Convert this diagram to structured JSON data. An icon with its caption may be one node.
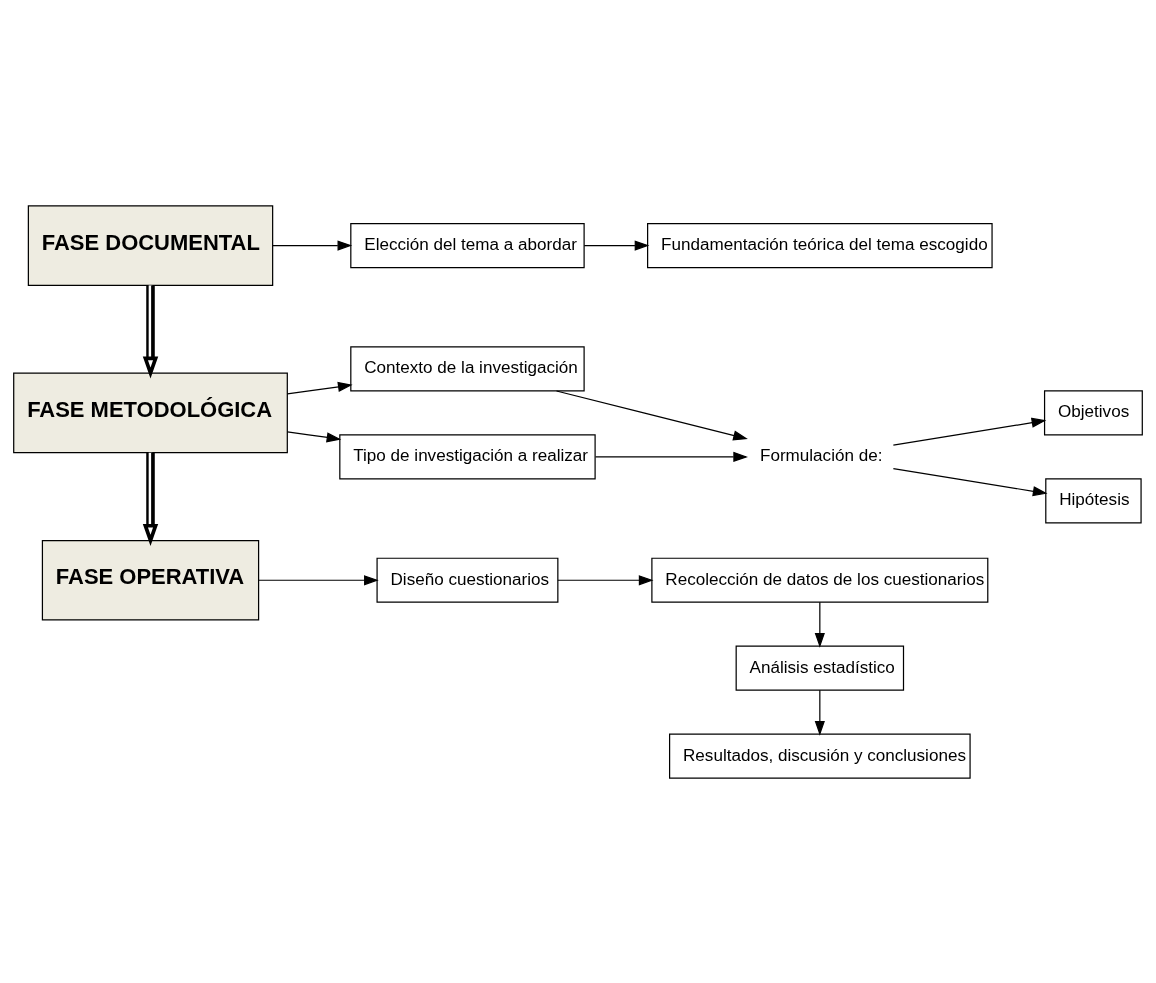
{
  "diagram": {
    "nodes": [
      {
        "text": [
          "FASE DOCUMENTAL"
        ]
      },
      {
        "text": [
          "Elección del tema a abordar"
        ]
      },
      {
        "text": [
          "Fundamentación teórica del tema escogido"
        ]
      },
      {
        "text": [
          "FASE METODOLÓGICA"
        ]
      },
      {
        "text": [
          "Contexto de la investigación"
        ]
      },
      {
        "text": [
          "Tipo de investigación a realizar"
        ]
      },
      {
        "text": [
          "Formulación de:"
        ]
      },
      {
        "text": [
          "Objetivos"
        ]
      },
      {
        "text": [
          "Hipótesis"
        ]
      },
      {
        "text": [
          "FASE OPERATIVA"
        ]
      },
      {
        "text": [
          "Diseño cuestionarios"
        ]
      },
      {
        "text": [
          "Recolección de datos de los cuestionarios"
        ]
      },
      {
        "text": [
          "Análisis estadístico"
        ]
      },
      {
        "text": [
          "Resultados, discusión y conclusiones"
        ]
      }
    ],
    "edges": [
      {
        "from": 0,
        "to": 1,
        "arrow": "to"
      },
      {
        "from": 1,
        "to": 2,
        "arrow": "to"
      },
      {
        "from": 0,
        "to": 3,
        "arrow": "to",
        "style": "thick"
      },
      {
        "from": 3,
        "to": 4,
        "arrow": "to"
      },
      {
        "from": 3,
        "to": 5,
        "arrow": "to"
      },
      {
        "from": 4,
        "to": 6,
        "arrow": "to"
      },
      {
        "from": 5,
        "to": 6,
        "arrow": "to"
      },
      {
        "from": 6,
        "to": 7,
        "arrow": "to"
      },
      {
        "from": 6,
        "to": 8,
        "arrow": "to"
      },
      {
        "from": 3,
        "to": 9,
        "arrow": "to",
        "style": "thick"
      },
      {
        "from": 9,
        "to": 10,
        "arrow": "to"
      },
      {
        "from": 10,
        "to": 11,
        "arrow": "to"
      },
      {
        "from": 11,
        "to": 12,
        "arrow": "to"
      },
      {
        "from": 12,
        "to": 13,
        "arrow": "to"
      }
    ]
  }
}
